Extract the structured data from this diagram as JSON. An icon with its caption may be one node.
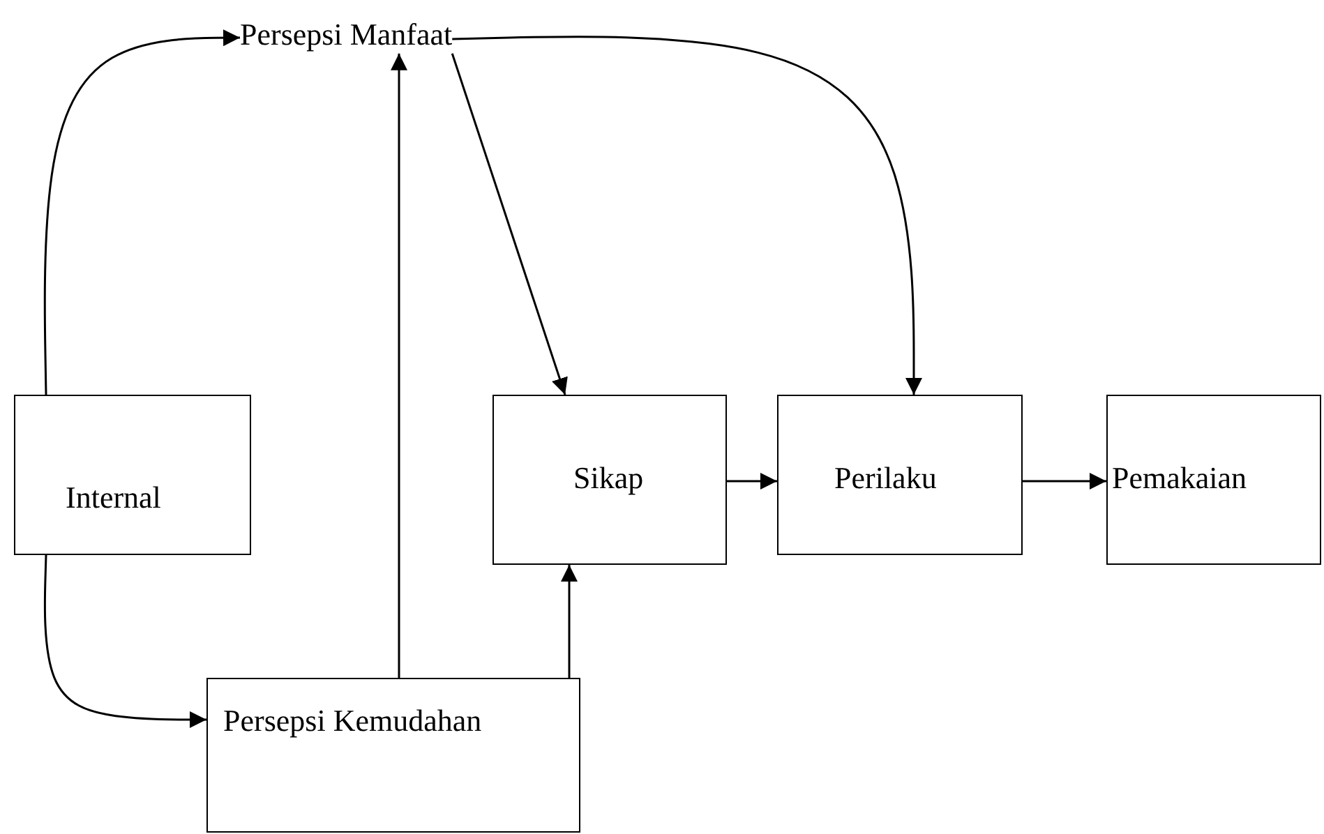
{
  "diagram": {
    "nodes": [
      {
        "text": [
          "Persepsi Manfaat"
        ]
      },
      {
        "text": [
          "Internal"
        ]
      },
      {
        "text": [
          "Sikap"
        ]
      },
      {
        "text": [
          "Perilaku"
        ]
      },
      {
        "text": [
          "Pemakaian"
        ]
      },
      {
        "text": [
          "Persepsi Kemudahan"
        ]
      }
    ],
    "edges": [
      {
        "from": 1,
        "to": 0,
        "arrow": "to"
      },
      {
        "from": 1,
        "to": 5,
        "arrow": "to"
      },
      {
        "from": 5,
        "to": 0,
        "arrow": "to"
      },
      {
        "from": 0,
        "to": 2,
        "arrow": "to"
      },
      {
        "from": 0,
        "to": 3,
        "arrow": "to"
      },
      {
        "from": 5,
        "to": 2,
        "arrow": "to"
      },
      {
        "from": 2,
        "to": 3,
        "arrow": "to"
      },
      {
        "from": 3,
        "to": 4,
        "arrow": "to"
      }
    ]
  }
}
